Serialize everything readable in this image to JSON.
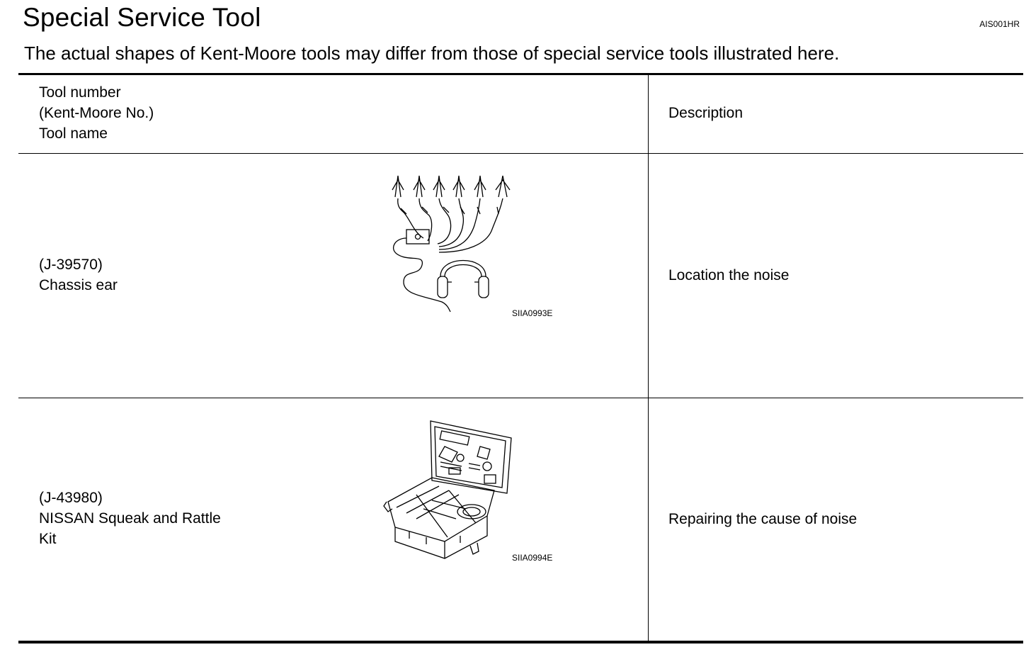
{
  "page": {
    "title": "Special Service Tool",
    "code": "AIS001HR",
    "subtitle": "The actual shapes of Kent-Moore tools may differ from those of special service tools illustrated here."
  },
  "table": {
    "header": {
      "col1": [
        "Tool number",
        "(Kent-Moore No.)",
        "Tool name"
      ],
      "col2": "Description"
    },
    "rows": [
      {
        "tool_no": "(J-39570)",
        "tool_name": [
          "Chassis ear"
        ],
        "image_id": "SIIA0993E",
        "image_icon": "chassis-ear-illustration",
        "description": "Location the noise"
      },
      {
        "tool_no": "(J-43980)",
        "tool_name": [
          "NISSAN Squeak and Rattle",
          "Kit"
        ],
        "image_id": "SIIA0994E",
        "image_icon": "squeak-rattle-kit-illustration",
        "description": "Repairing the cause of noise"
      }
    ]
  }
}
